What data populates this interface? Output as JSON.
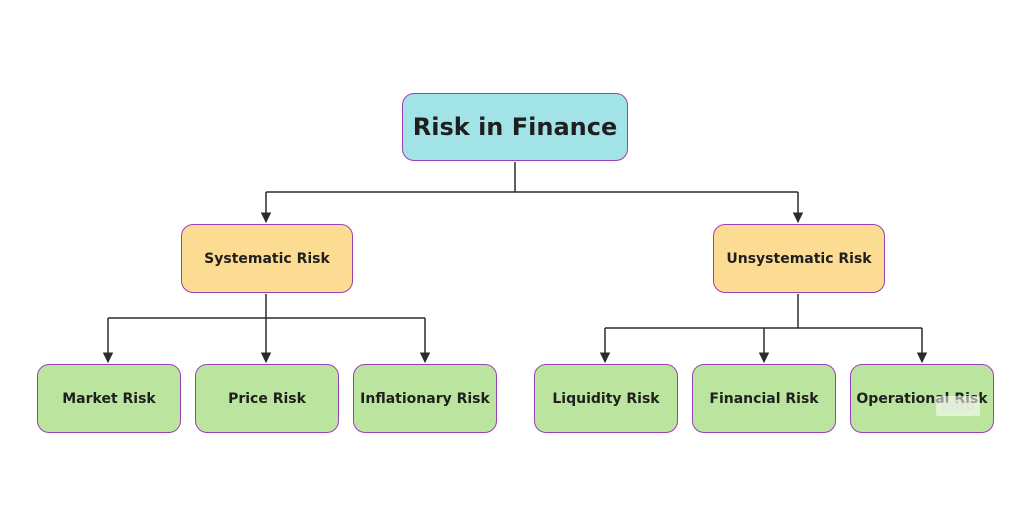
{
  "diagram": {
    "root": {
      "label": "Risk in Finance"
    },
    "branches": [
      {
        "label": "Systematic Risk",
        "children": [
          "Market Risk",
          "Price Risk",
          "Inflationary Risk"
        ]
      },
      {
        "label": "Unsystematic Risk",
        "children": [
          "Liquidity Risk",
          "Financial Risk",
          "Operational Risk"
        ]
      }
    ]
  },
  "watermark": {
    "text": "miro"
  },
  "colors": {
    "root_fill": "#a2e3e8",
    "category_fill": "#fcdb92",
    "leaf_fill": "#bbe59e",
    "border": "#9b3fb8",
    "connector": "#2b2b2b"
  }
}
